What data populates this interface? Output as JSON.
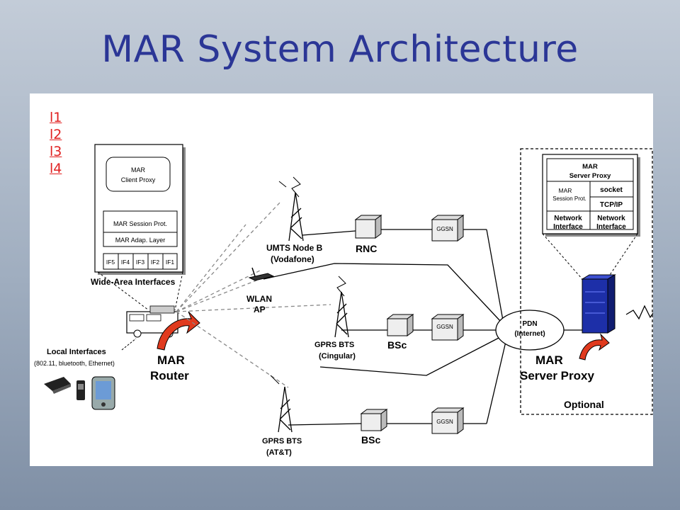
{
  "title": "MAR System Architecture",
  "links": [
    "l1",
    "l2",
    "l3",
    "l4"
  ],
  "colors": {
    "title": "#2b3696",
    "link": "#e02020",
    "arrow": "#e03a1e",
    "server": "#1d2fa8"
  },
  "client": {
    "proxy": [
      "MAR",
      "Client Proxy"
    ],
    "session": "MAR Session Prot.",
    "adap": "MAR Adap. Layer",
    "ifs": [
      "IF5",
      "IF4",
      "IF3",
      "IF2",
      "IF1"
    ],
    "wide_area": "Wide-Area Interfaces"
  },
  "local": [
    "Local Interfaces",
    "(802.11, bluetooth, Ethernet)"
  ],
  "router": [
    "MAR",
    "Router"
  ],
  "umts": [
    "UMTS Node B",
    "(Vodafone)"
  ],
  "rnc": "RNC",
  "ggsn": "GGSN",
  "wlan": [
    "WLAN",
    "AP"
  ],
  "gprs1": [
    "GPRS BTS",
    "(Cingular)"
  ],
  "gprs2": [
    "GPRS BTS",
    "(AT&T)"
  ],
  "bsc": "BSc",
  "pdn": [
    "PDN",
    "(Internet)"
  ],
  "server": {
    "proxy": [
      "MAR",
      "Server Proxy"
    ],
    "session": [
      "MAR",
      "Session Prot."
    ],
    "socket": "socket",
    "tcpip": "TCP/IP",
    "net": [
      "Network",
      "Interface"
    ],
    "label": [
      "MAR",
      "Server Proxy"
    ],
    "optional": "Optional"
  }
}
